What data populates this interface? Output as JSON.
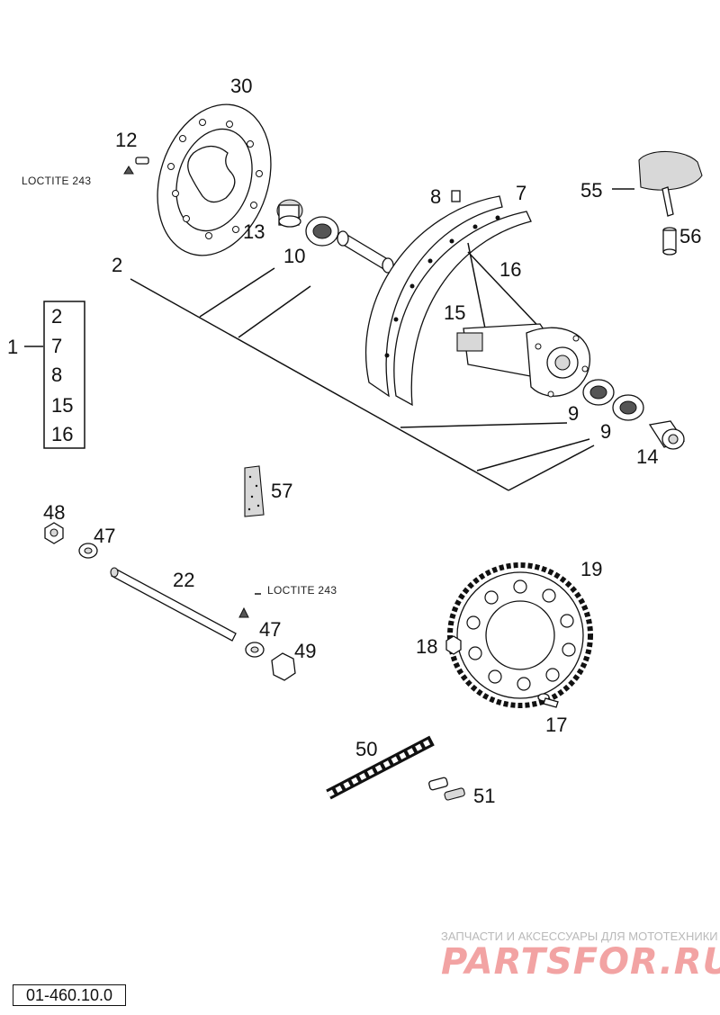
{
  "labels": {
    "p30": "30",
    "p12": "12",
    "loctite_top": "LOCTITE 243",
    "p13": "13",
    "p10": "10",
    "p2": "2",
    "p8": "8",
    "p7": "7",
    "p16": "16",
    "p15": "15",
    "p55": "55",
    "p56": "56",
    "p9a": "9",
    "p9b": "9",
    "p14": "14",
    "p1": "1",
    "kit": [
      "2",
      "7",
      "8",
      "15",
      "16"
    ],
    "p57": "57",
    "p48": "48",
    "p47a": "47",
    "p22": "22",
    "loctite_mid": "LOCTITE 243",
    "p47b": "47",
    "p49": "49",
    "p19": "19",
    "p18": "18",
    "p17": "17",
    "p50": "50",
    "p51": "51"
  },
  "watermark": {
    "caption": "ЗАПЧАСТИ И АКСЕССУАРЫ ДЛЯ МОТОТЕХНИКИ",
    "logo": "PARTSFOR.RU"
  },
  "doc_number": "01-460.10.0"
}
